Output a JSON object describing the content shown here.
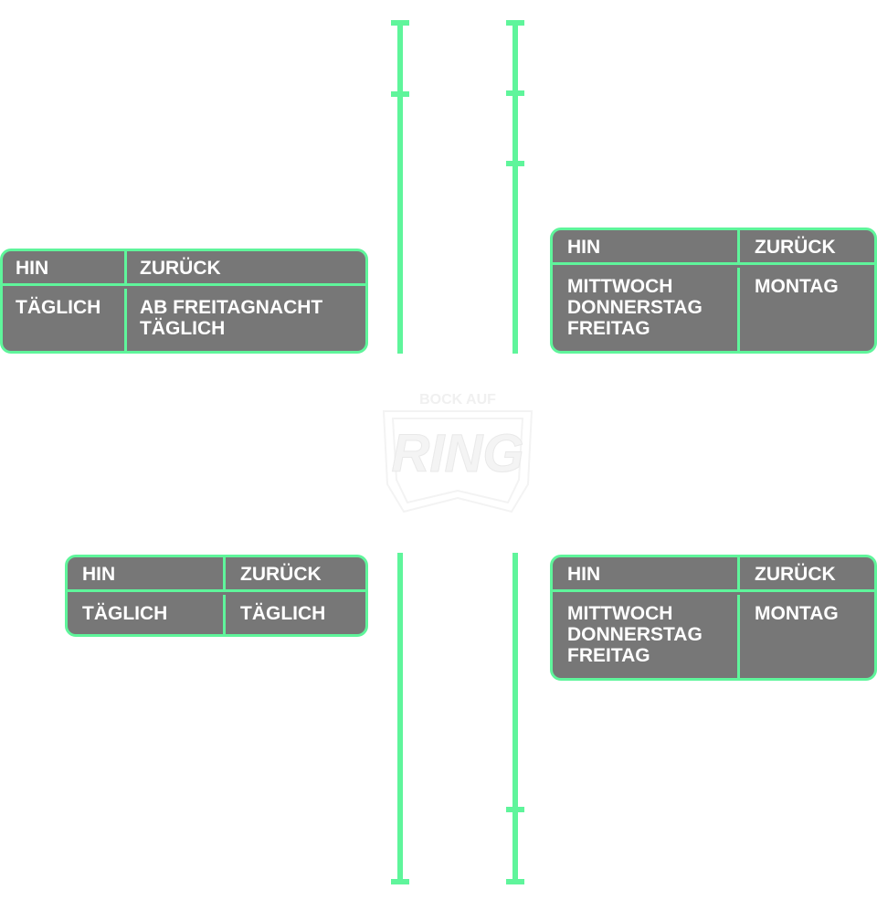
{
  "colors": {
    "accent": "#5ff59b",
    "card_bg": "#777777",
    "text": "#ffffff"
  },
  "logo": {
    "small_text": "BOCK AUF",
    "big_text": "RING",
    "icon": "ring-logo-icon"
  },
  "timetables": {
    "top_left": {
      "hin_label": "HIN",
      "zurueck_label": "ZURÜCK",
      "hin_days": "TÄGLICH",
      "zurueck_days": "AB FREITAGNACHT\nTÄGLICH"
    },
    "top_right": {
      "hin_label": "HIN",
      "zurueck_label": "ZURÜCK",
      "hin_days": "MITTWOCH\nDONNERSTAG\nFREITAG",
      "zurueck_days": "MONTAG"
    },
    "bottom_left": {
      "hin_label": "HIN",
      "zurueck_label": "ZURÜCK",
      "hin_days": "TÄGLICH",
      "zurueck_days": "TÄGLICH"
    },
    "bottom_right": {
      "hin_label": "HIN",
      "zurueck_label": "ZURÜCK",
      "hin_days": "MITTWOCH\nDONNERSTAG\nFREITAG",
      "zurueck_days": "MONTAG"
    }
  }
}
